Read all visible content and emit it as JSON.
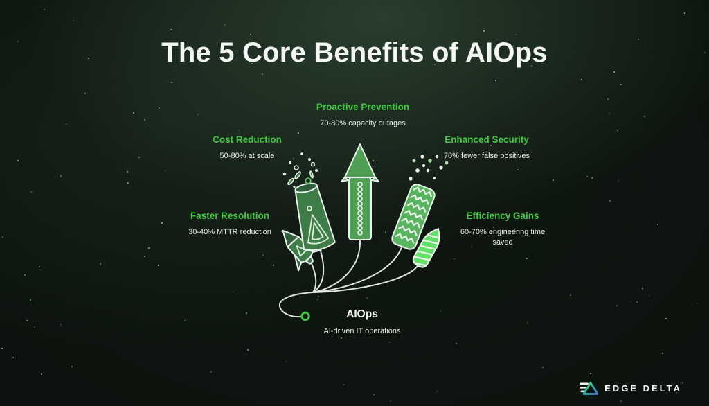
{
  "title": "The 5 Core Benefits of AIOps",
  "benefits": [
    {
      "label": "Proactive Prevention",
      "stat": "70-80% capacity outages"
    },
    {
      "label": "Cost Reduction",
      "stat": "50-80% at scale"
    },
    {
      "label": "Enhanced Security",
      "stat": "70% fewer false positives"
    },
    {
      "label": "Faster Resolution",
      "stat": "30-40% MTTR reduction"
    },
    {
      "label": "Efficiency Gains",
      "stat": "60-70% engineering time saved"
    }
  ],
  "hub": {
    "label": "AIOps",
    "sublabel": "AI-driven IT operations"
  },
  "brand": {
    "name": "EDGE DELTA"
  },
  "colors": {
    "background": "#0a0f0b",
    "accent_green": "#41c841",
    "text_white": "#f4f7f4",
    "stat_text": "#e6ece6",
    "outline": "#edf3ed",
    "fw_dark": "#2d5f3a",
    "fw_mid": "#3f7d48",
    "fw_rocket": "#4f9f55",
    "fw_cracker": "#58b55e",
    "fw_bullet": "#62e065",
    "fuse": "#e9efe9",
    "fuse_dot": "#3fc43f",
    "logo_gradient_start": "#49d862",
    "logo_gradient_mid": "#2fb5a0",
    "logo_gradient_end": "#3a7fe0"
  }
}
